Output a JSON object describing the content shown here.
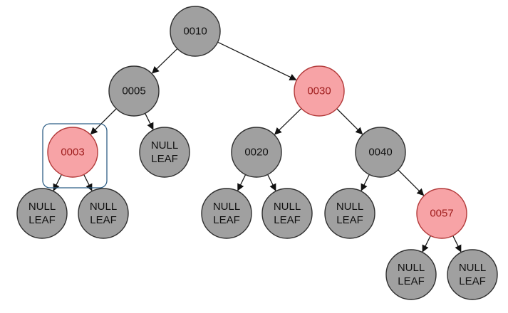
{
  "tree": {
    "colors": {
      "black_node_fill": "#a0a0a0",
      "black_node_stroke": "#2f2f2f",
      "red_node_fill": "#f7a3a6",
      "red_node_stroke": "#b33a3a",
      "red_text": "#9e1b1b",
      "selection_border": "#2f5f86"
    },
    "selected_node": "n0003",
    "nodes": [
      {
        "id": "n0010",
        "lines": [
          "0010"
        ],
        "color": "black"
      },
      {
        "id": "n0005",
        "lines": [
          "0005"
        ],
        "color": "black"
      },
      {
        "id": "n0030",
        "lines": [
          "0030"
        ],
        "color": "red"
      },
      {
        "id": "n0003",
        "lines": [
          "0003"
        ],
        "color": "red"
      },
      {
        "id": "nl1",
        "lines": [
          "NULL",
          "LEAF"
        ],
        "color": "black"
      },
      {
        "id": "n0020",
        "lines": [
          "0020"
        ],
        "color": "black"
      },
      {
        "id": "n0040",
        "lines": [
          "0040"
        ],
        "color": "black"
      },
      {
        "id": "nl2",
        "lines": [
          "NULL",
          "LEAF"
        ],
        "color": "black"
      },
      {
        "id": "nl3",
        "lines": [
          "NULL",
          "LEAF"
        ],
        "color": "black"
      },
      {
        "id": "nl4",
        "lines": [
          "NULL",
          "LEAF"
        ],
        "color": "black"
      },
      {
        "id": "nl5",
        "lines": [
          "NULL",
          "LEAF"
        ],
        "color": "black"
      },
      {
        "id": "nl6",
        "lines": [
          "NULL",
          "LEAF"
        ],
        "color": "black"
      },
      {
        "id": "n0057",
        "lines": [
          "0057"
        ],
        "color": "red"
      },
      {
        "id": "nl7",
        "lines": [
          "NULL",
          "LEAF"
        ],
        "color": "black"
      },
      {
        "id": "nl8",
        "lines": [
          "NULL",
          "LEAF"
        ],
        "color": "black"
      }
    ],
    "edges": [
      [
        "n0010",
        "n0005"
      ],
      [
        "n0010",
        "n0030"
      ],
      [
        "n0005",
        "n0003"
      ],
      [
        "n0005",
        "nl1"
      ],
      [
        "n0030",
        "n0020"
      ],
      [
        "n0030",
        "n0040"
      ],
      [
        "n0003",
        "nl2"
      ],
      [
        "n0003",
        "nl3"
      ],
      [
        "n0020",
        "nl4"
      ],
      [
        "n0020",
        "nl5"
      ],
      [
        "n0040",
        "nl6"
      ],
      [
        "n0040",
        "n0057"
      ],
      [
        "n0057",
        "nl7"
      ],
      [
        "n0057",
        "nl8"
      ]
    ]
  }
}
